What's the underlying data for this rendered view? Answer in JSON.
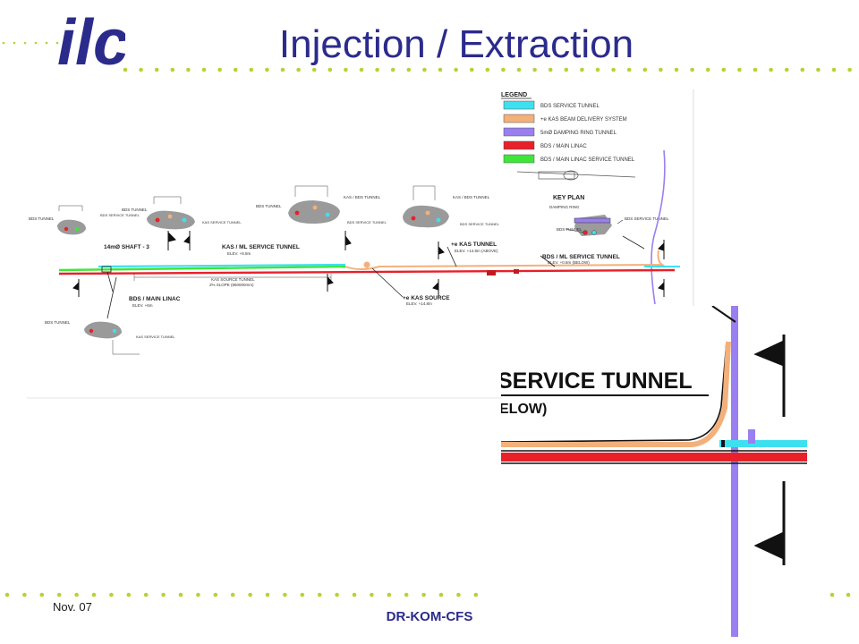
{
  "slide": {
    "title": "Injection / Extraction",
    "footer_date": "Nov. 07",
    "footer_center": "DR-KOM-CFS"
  },
  "logo": {
    "text": "ilc",
    "color": "#2b2b8c"
  },
  "colors": {
    "title": "#2b2b8c",
    "dots": "#b5d334",
    "bds_service_tunnel": "#3ee0f0",
    "kas_beam_delivery": "#f4b07a",
    "damping_ring_tunnel": "#9a7ff0",
    "bds_main_linac": "#e8202a",
    "bds_main_linac_service": "#3ee63a"
  },
  "legend": {
    "heading": "LEGEND",
    "items": [
      {
        "label": "BDS SERVICE TUNNEL",
        "color": "#3ee0f0"
      },
      {
        "label": "+e KAS BEAM DELIVERY SYSTEM",
        "color": "#f4b07a"
      },
      {
        "label": "5mØ DAMPING RING TUNNEL",
        "color": "#9a7ff0"
      },
      {
        "label": "BDS / MAIN LINAC",
        "color": "#e8202a"
      },
      {
        "label": "BDS / MAIN LINAC SERVICE TUNNEL",
        "color": "#3ee63a"
      }
    ]
  },
  "diagram": {
    "key_plan": "KEY PLAN",
    "shaft": "14mØ SHAFT - 3",
    "kas_ml_service_tunnel": "KAS / ML SERVICE TUNNEL",
    "kas_ml_elev": "ELEV. +8.8m",
    "kas_tunnel": "+e KAS TUNNEL",
    "kas_tunnel_elev": "ELEV. +14.8m (ABOVE)",
    "bds_ml_service_tunnel": "BDS / ML SERVICE TUNNEL",
    "bds_ml_service_elev": "ELEV. +0.8m (BELOW)",
    "bds_main_linac": "BDS / MAIN LINAC",
    "bds_main_linac_elev": "ELEV. +6m",
    "kas_source": "+e KAS SOURCE",
    "kas_source_elev": "ELEV. +14.8m",
    "kas_source_tunnel": "KAS SOURCE TUNNEL",
    "kas_source_slope": "2% SLOPE (860000mm)",
    "bds_tunnel": "BDS TUNNEL",
    "kas_bds_tunnel": "KAS / BDS TUNNEL",
    "bds_service_tunnel": "BDS SERVICE TUNNEL",
    "kas_service_tunnel": "KAS SERVICE TUNNEL",
    "kas_tunnel_small": "KAS TUNNEL",
    "damping_ring": "DAMPING RING"
  },
  "zoom": {
    "label_line1": "SERVICE TUNNEL",
    "label_line2": "ELOW)"
  }
}
